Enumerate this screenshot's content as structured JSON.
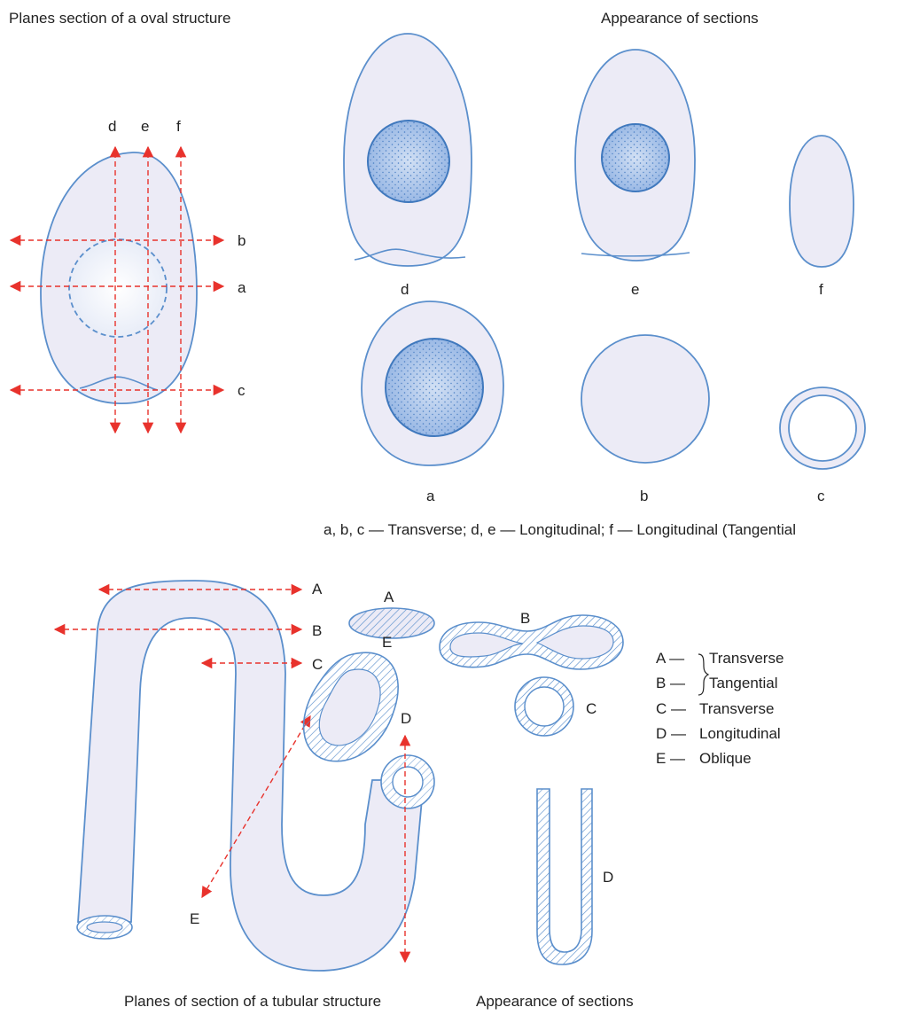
{
  "oval": {
    "title": "Planes section of a oval structure",
    "appearance_title": "Appearance of sections",
    "plane_labels": [
      "d",
      "e",
      "f",
      "b",
      "a",
      "c"
    ],
    "section_labels": [
      "d",
      "e",
      "f",
      "a",
      "b",
      "c"
    ],
    "caption": "a, b, c — Transverse; d, e — Longitudinal; f — Longitudinal (Tangential"
  },
  "tube": {
    "caption_left": "Planes of section of a tubular structure",
    "caption_right": "Appearance of sections",
    "plane_labels": [
      "A",
      "B",
      "C",
      "D",
      "E"
    ],
    "section_labels": [
      "A",
      "B",
      "E",
      "C",
      "D"
    ],
    "legend": [
      {
        "key": "A —",
        "text": "Transverse"
      },
      {
        "key": "B —",
        "text": "Tangential"
      },
      {
        "key": "C —",
        "text": "Transverse"
      },
      {
        "key": "D —",
        "text": "Longitudinal"
      },
      {
        "key": "E —",
        "text": "Oblique"
      }
    ]
  },
  "colors": {
    "outline": "#5b8fcc",
    "fill": "#ecebf6",
    "plane": "#e8322c",
    "nucleus": "#7ea6dd"
  }
}
